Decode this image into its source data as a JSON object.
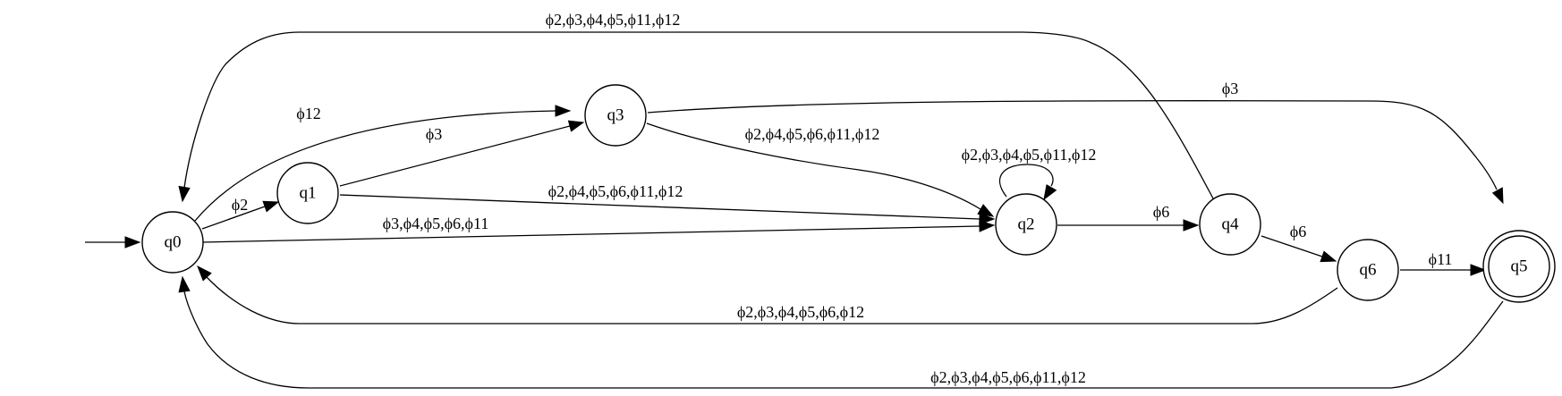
{
  "states": {
    "q0": {
      "label": "q0",
      "accepting": false
    },
    "q1": {
      "label": "q1",
      "accepting": false
    },
    "q2": {
      "label": "q2",
      "accepting": false
    },
    "q3": {
      "label": "q3",
      "accepting": false
    },
    "q4": {
      "label": "q4",
      "accepting": false
    },
    "q5": {
      "label": "q5",
      "accepting": true
    },
    "q6": {
      "label": "q6",
      "accepting": false
    }
  },
  "initial_state": "q0",
  "transitions": [
    {
      "id": "t-q0-q1",
      "from": "q0",
      "to": "q1",
      "label": "ϕ2"
    },
    {
      "id": "t-q0-q3",
      "from": "q0",
      "to": "q3",
      "label": "ϕ12"
    },
    {
      "id": "t-q0-q2",
      "from": "q0",
      "to": "q2",
      "label": "ϕ3,ϕ4,ϕ5,ϕ6,ϕ11"
    },
    {
      "id": "t-q1-q3",
      "from": "q1",
      "to": "q3",
      "label": "ϕ3"
    },
    {
      "id": "t-q1-q2",
      "from": "q1",
      "to": "q2",
      "label": "ϕ2,ϕ4,ϕ5,ϕ6,ϕ11,ϕ12"
    },
    {
      "id": "t-q3-q2",
      "from": "q3",
      "to": "q2",
      "label": "ϕ2,ϕ4,ϕ5,ϕ6,ϕ11,ϕ12"
    },
    {
      "id": "t-q3-q5",
      "from": "q3",
      "to": "q5",
      "label": "ϕ3"
    },
    {
      "id": "t-q2-q2",
      "from": "q2",
      "to": "q2",
      "label": "ϕ2,ϕ3,ϕ4,ϕ5,ϕ11,ϕ12"
    },
    {
      "id": "t-q2-q4",
      "from": "q2",
      "to": "q4",
      "label": "ϕ6"
    },
    {
      "id": "t-q4-q6",
      "from": "q4",
      "to": "q6",
      "label": "ϕ6"
    },
    {
      "id": "t-q4-q0",
      "from": "q4",
      "to": "q0",
      "label": "ϕ2,ϕ3,ϕ4,ϕ5,ϕ11,ϕ12"
    },
    {
      "id": "t-q6-q5",
      "from": "q6",
      "to": "q5",
      "label": "ϕ11"
    },
    {
      "id": "t-q6-q0",
      "from": "q6",
      "to": "q0",
      "label": "ϕ2,ϕ3,ϕ4,ϕ5,ϕ6,ϕ12"
    },
    {
      "id": "t-q5-q0",
      "from": "q5",
      "to": "q0",
      "label": "ϕ2,ϕ3,ϕ4,ϕ5,ϕ6,ϕ11,ϕ12"
    }
  ]
}
